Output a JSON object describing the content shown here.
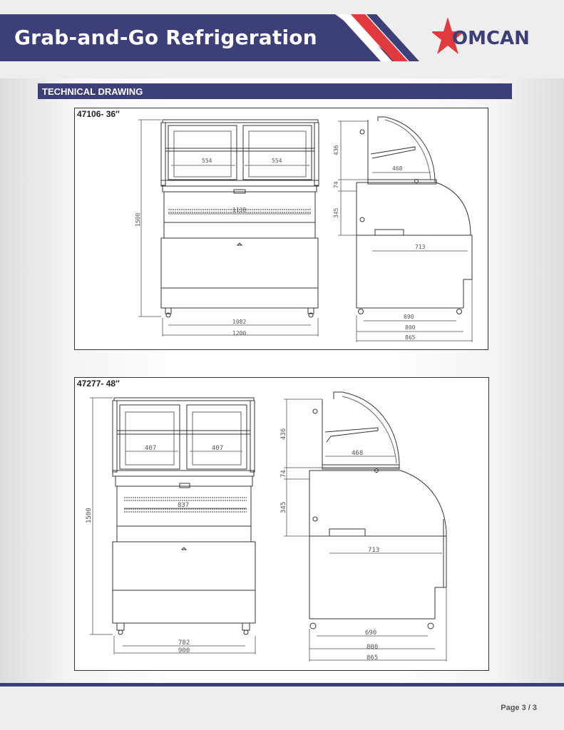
{
  "header": {
    "title": "Grab-and-Go Refrigeration",
    "brand": "OMCAN",
    "brand_color": "#3c3f78",
    "accent_color": "#e03a3e"
  },
  "section": {
    "title": "TECHNICAL DRAWING"
  },
  "drawings": [
    {
      "model": "47106- 36″",
      "front": {
        "shelf_width_left": "554",
        "shelf_width_right": "554",
        "interior_width": "1138",
        "height": "1500",
        "caster_span": "1082",
        "overall_width": "1200"
      },
      "side": {
        "top_height": "436",
        "mid_height": "74",
        "lower_height": "345",
        "shelf_depth": "468",
        "base_depth": "713",
        "caster_depth": "690",
        "body_depth": "800",
        "overall_depth": "865"
      }
    },
    {
      "model": "47277- 48″",
      "front": {
        "shelf_width_left": "407",
        "shelf_width_right": "407",
        "interior_width": "837",
        "height": "1500",
        "caster_span": "782",
        "overall_width": "900"
      },
      "side": {
        "top_height": "436",
        "mid_height": "74",
        "lower_height": "345",
        "shelf_depth": "468",
        "base_depth": "713",
        "caster_depth": "690",
        "body_depth": "800",
        "overall_depth": "865"
      }
    }
  ],
  "footer": {
    "page": "Page 3 / 3"
  }
}
